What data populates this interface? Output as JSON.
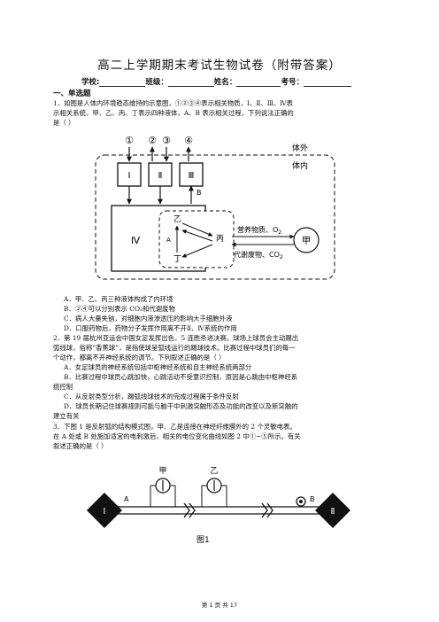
{
  "title": "高二上学期期末考试生物试卷（附带答案）",
  "info": {
    "school": "学校:",
    "class": "班级：",
    "name": "姓名：",
    "number": "考号："
  },
  "section": "一、单选题",
  "q1": {
    "line1": "1．如图是人体内环境稳态维持的示意图，①②③④表示相关物质，Ⅰ、Ⅱ、Ⅲ、Ⅳ表",
    "line2": "示相关系统，甲、乙、丙、丁表示四种液体，A、B 表示相关过程，下列说法正确的",
    "line3": "是（    ）",
    "figure": {
      "circled": [
        "①",
        "②",
        "③",
        "④"
      ],
      "systems": [
        "Ⅰ",
        "Ⅱ",
        "Ⅲ",
        "Ⅳ"
      ],
      "outside": "体外",
      "inside": "体内",
      "B": "B",
      "A": "A",
      "yi": "乙",
      "bing": "丙",
      "ding": "丁",
      "jia": "甲",
      "nutrients": "营养物质、O",
      "nutrients_sub": "2",
      "wastes": "代谢废物、CO",
      "wastes_sub": "2"
    },
    "options": [
      "A．甲、乙、丙三种液体构成了内环境",
      "B．②④可以分别表示 CO₂和代谢废物",
      "C．病人大量失钠，对细胞内液渗透压的影响大于细胞外液",
      "D．口服药物后，药物分子发挥作用离不开Ⅱ、Ⅳ系统的作用"
    ]
  },
  "q2": {
    "line1": "2．第 19 届杭州亚运会中国女足发挥出色，5 连胜杀进决赛。球场上球员会主动踢出",
    "line2": "弧线球，俗称“香蕉球”，是指使球呈弧线运行的踢球技术。比赛过程中球员们的每一",
    "line3": "个动作，都离不开神经系统的调节。下列叙述正确的是（    ）",
    "options": [
      "A．女足球员的神经系统包括中枢神经系统和自主神经系统两部分",
      "B．比赛过程中球员心跳加快，心跳活动不受意识控制，原因是心跳由中枢神经系",
      "统控制",
      "C．从反射类型分析，踢弧线球技术的完成过程属于条件反射",
      "D．球员长期记住球赛规则可能与脑干中刺激突触形态及功能的改变以及新突触的",
      "建立有关"
    ]
  },
  "q3": {
    "line1": "3．下图 1 是反射弧的结构模式图，甲、乙是连接在神经纤维膜外的 2 个灵敏电表。",
    "line2": "在 A 处或 B 处施加适宜的电刺激后，相关的电位变化曲线如图 2 中①~⑤所示。有关",
    "line3": "叙述正确的是（    ）",
    "figure": {
      "I": "Ⅰ",
      "II": "Ⅱ",
      "A": "A",
      "B": "B",
      "jia": "甲",
      "yi": "乙",
      "caption": "图1"
    }
  },
  "footer": "第 1 页 共 17"
}
